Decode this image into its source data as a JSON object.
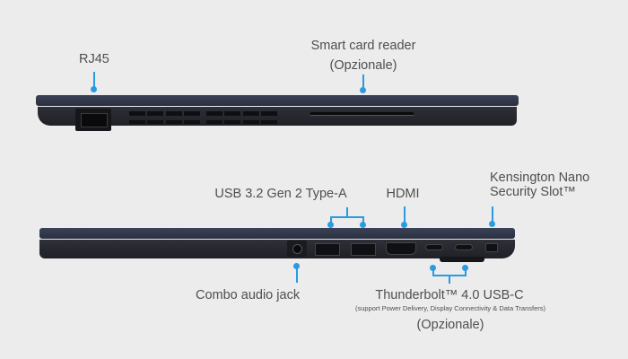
{
  "top_view": {
    "labels": {
      "rj45": "RJ45",
      "smart_card_reader": "Smart card reader",
      "smart_card_optional": "(Opzionale)"
    }
  },
  "side_view": {
    "labels": {
      "usb_type_a": "USB 3.2 Gen 2 Type-A",
      "hdmi": "HDMI",
      "kensington_line1": "Kensington Nano",
      "kensington_line2": "Security Slot™",
      "audio_jack": "Combo audio jack",
      "thunderbolt": "Thunderbolt™ 4.0 USB-C",
      "thunderbolt_note": "(support Power Delivery, Display Connectivity & Data Transfers)",
      "thunderbolt_optional": "(Opzionale)"
    }
  },
  "colors": {
    "background": "#ececec",
    "callout": "#2a9be0",
    "lid": "#3c4257",
    "base": "#26272d"
  }
}
